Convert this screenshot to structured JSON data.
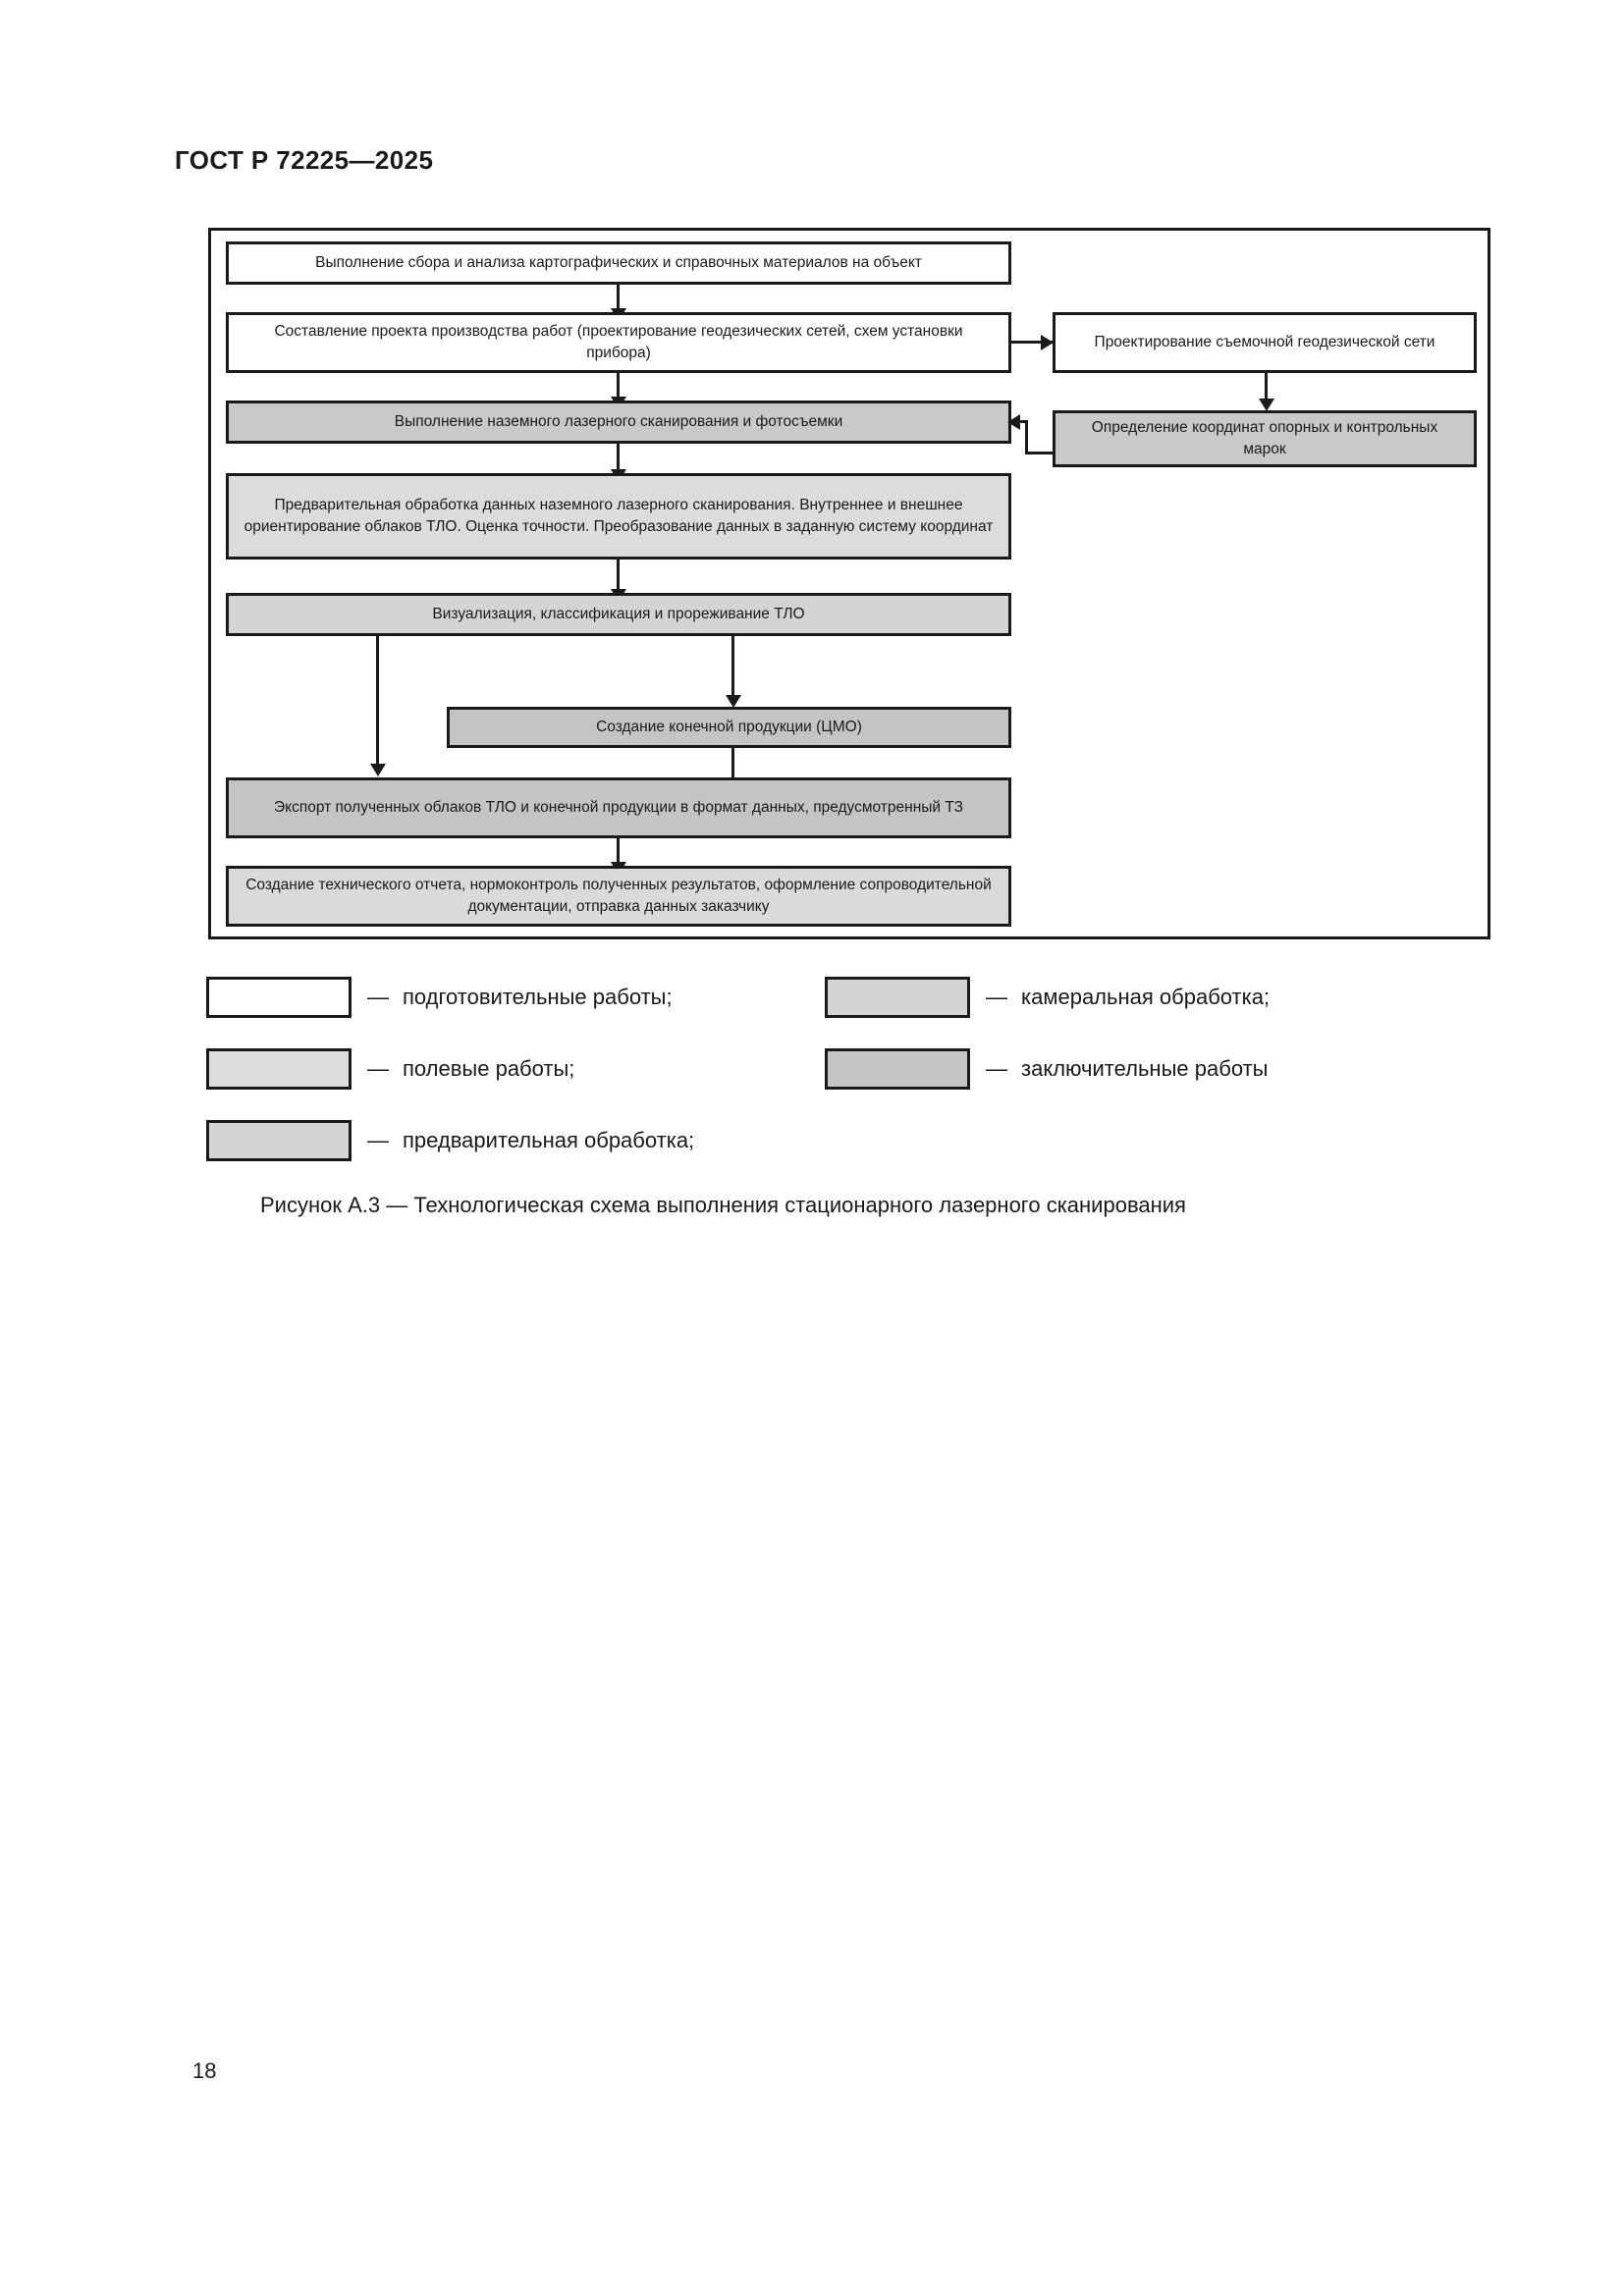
{
  "document": {
    "standard_header": "ГОСТ Р 72225—2025",
    "page_number": "18",
    "figure_caption": "Рисунок А.3 — Технологическая схема выполнения стационарного лазерного сканирования"
  },
  "flowchart": {
    "nodes": [
      {
        "id": "collect-analyze",
        "label": "Выполнение сбора и анализа картографических и справочных материалов на объект",
        "category": "подготовительные работы",
        "fill": "#ffffff"
      },
      {
        "id": "work-project",
        "label": "Составление проекта производства работ (проектирование геодезических сетей, схем установки прибора)",
        "category": "подготовительные работы",
        "fill": "#ffffff"
      },
      {
        "id": "survey-network-design",
        "label": "Проектирование съемочной геодезической сети",
        "category": "подготовительные работы",
        "fill": "#ffffff"
      },
      {
        "id": "laser-scanning",
        "label": "Выполнение наземного лазерного сканирования и фотосъемки",
        "category": "полевые работы",
        "fill": "#c9c9c9"
      },
      {
        "id": "control-marks",
        "label": "Определение координат опорных и контрольных марок",
        "category": "полевые работы",
        "fill": "#c9c9c9"
      },
      {
        "id": "preliminary-processing",
        "label": "Предварительная обработка данных наземного лазерного сканирования. Внутреннее и внешнее ориентирование облаков ТЛО. Оценка точности. Преобразование данных в заданную систему координат",
        "category": "предварительная обработка",
        "fill": "#dcdcdc"
      },
      {
        "id": "visualization",
        "label": "Визуализация, классификация и прореживание ТЛО",
        "category": "камеральная обработка",
        "fill": "#d4d4d4"
      },
      {
        "id": "final-product",
        "label": "Создание конечной продукции (ЦМО)",
        "category": "камеральная обработка",
        "fill": "#c4c4c4"
      },
      {
        "id": "export",
        "label": "Экспорт полученных облаков ТЛО и конечной продукции в формат данных, предусмотренный ТЗ",
        "category": "камеральная обработка",
        "fill": "#c4c4c4"
      },
      {
        "id": "technical-report",
        "label": "Создание технического отчета, нормоконтроль полученных результатов, оформление сопроводительной документации, отправка данных заказчику",
        "category": "заключительные работы",
        "fill": "#dadada"
      }
    ]
  },
  "legend": {
    "items": [
      {
        "label": "— подготовительные работы;",
        "dash": "—",
        "text": "подготовительные работы;",
        "fill": "#ffffff"
      },
      {
        "label": "— полевые работы;",
        "dash": "—",
        "text": "полевые работы;",
        "fill": "#dcdcdc"
      },
      {
        "label": "— предварительная обработка;",
        "dash": "—",
        "text": "предварительная обработка;",
        "fill": "#d4d4d4"
      },
      {
        "label": "— камеральная обработка;",
        "dash": "—",
        "text": "камеральная обработка;",
        "fill": "#d4d4d4"
      },
      {
        "label": "— заключительные работы",
        "dash": "—",
        "text": "заключительные работы",
        "fill": "#c4c4c4"
      }
    ]
  }
}
